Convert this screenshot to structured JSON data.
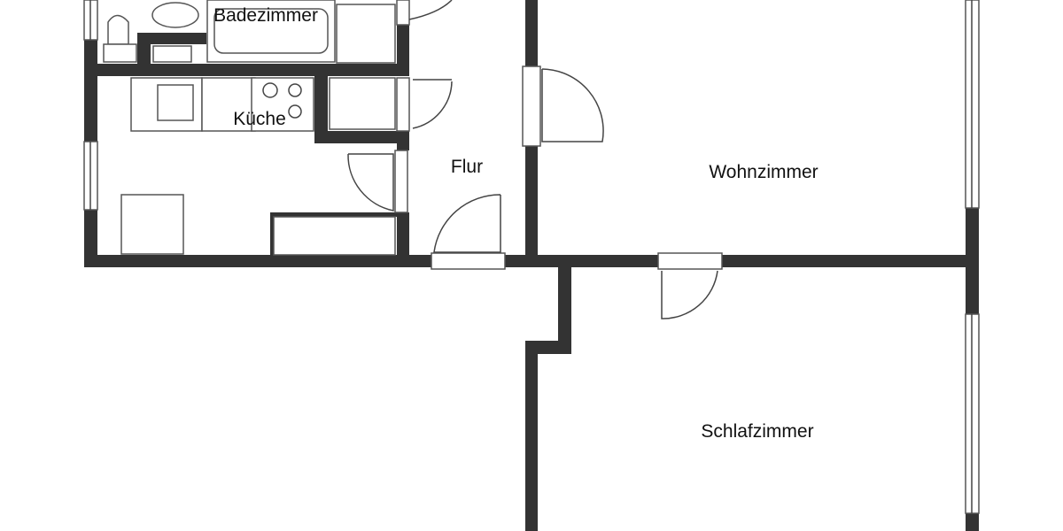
{
  "rooms": {
    "bathroom": "Badezimmer",
    "kitchen": "Küche",
    "hallway": "Flur",
    "living_room": "Wohnzimmer",
    "bedroom": "Schlafzimmer"
  },
  "colors": {
    "wall": "#333333",
    "background": "#ffffff"
  }
}
